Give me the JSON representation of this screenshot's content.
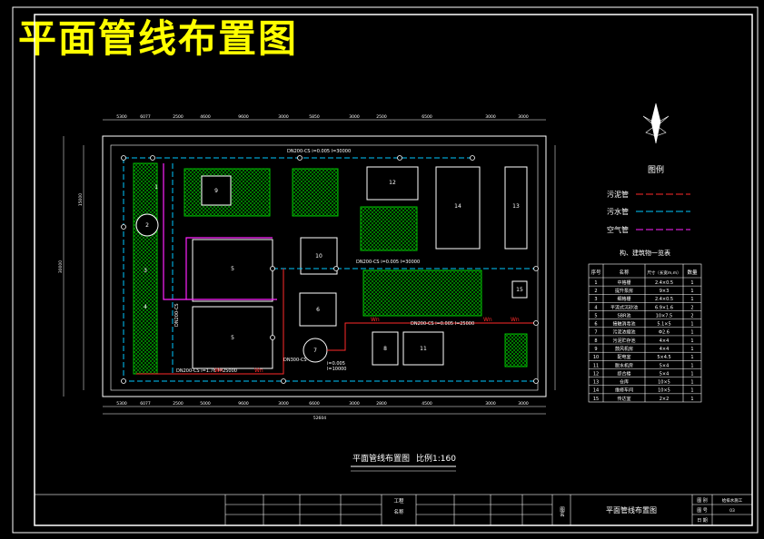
{
  "main_title": "平面管线布置图",
  "plan_caption": "平面管线布置图",
  "plan_scale": "比例1:160",
  "legend": {
    "title": "图例",
    "items": [
      {
        "label": "污泥管",
        "color": "#ff2a2a"
      },
      {
        "label": "污水管",
        "color": "#00c8ff"
      },
      {
        "label": "空气管",
        "color": "#ff22ff"
      }
    ]
  },
  "building_table": {
    "title": "构、建筑物一览表",
    "headers": [
      "序号",
      "名称",
      "尺寸（长宽m,m）",
      "数量"
    ],
    "rows": [
      [
        "1",
        "中格栅",
        "2.4×0.5",
        "1"
      ],
      [
        "2",
        "提升泵房",
        "9×3",
        "1"
      ],
      [
        "3",
        "细格栅",
        "2.4×0.5",
        "1"
      ],
      [
        "4",
        "平流式沉砂池",
        "6.9×1.6",
        "2"
      ],
      [
        "5",
        "SBR池",
        "10×7.5",
        "2"
      ],
      [
        "6",
        "接触消毒池",
        "5.1×5",
        "1"
      ],
      [
        "7",
        "污泥浓缩池",
        "Φ2.6",
        "1"
      ],
      [
        "8",
        "污泥贮存池",
        "4×4",
        "1"
      ],
      [
        "9",
        "鼓风机房",
        "4×4",
        "1"
      ],
      [
        "10",
        "配电室",
        "5×4.5",
        "1"
      ],
      [
        "11",
        "脱水机房",
        "5×4",
        "1"
      ],
      [
        "12",
        "综合楼",
        "5×4",
        "1"
      ],
      [
        "13",
        "仓库",
        "10×5",
        "1"
      ],
      [
        "14",
        "维修车间",
        "10×5",
        "1"
      ],
      [
        "15",
        "传达室",
        "2×2",
        "1"
      ]
    ]
  },
  "pipe_labels": {
    "top": "DN200-CS i=0.005 l=30000",
    "mid_left": "DN200-CS i=0.005 l=30000",
    "mid_right": "DN200-CS i=0.005 l=25000",
    "bottom_left": "DN200-CS i=1.76 l=25000",
    "vertical": "DN200-CS",
    "tank_pipe": "DN300-CS",
    "tank_level": "i=0.005",
    "tank_length": "l=10000"
  },
  "sludge_tag": "Wn",
  "unit_numbers": [
    "1",
    "2",
    "3",
    "4",
    "5",
    "5",
    "6",
    "7",
    "8",
    "9",
    "10",
    "11",
    "12",
    "13",
    "14",
    "15"
  ],
  "dimension_top": [
    "5300",
    "6077",
    "2500",
    "4600",
    "9600",
    "3000",
    "5850",
    "3000",
    "2500",
    "6500",
    "3000",
    "3000"
  ],
  "dimension_bottom": [
    "5300",
    "6077",
    "2500",
    "5000",
    "9600",
    "3000",
    "6600",
    "3000",
    "2800",
    "4500",
    "3000",
    "3000"
  ],
  "dimension_total": "52604",
  "dimension_left": [
    "15000",
    "30000"
  ],
  "title_block": {
    "project_label": "工程",
    "project_value": "名称",
    "drawing_label": "图名",
    "drawing_name": "平面管线布置图",
    "r1_label": "图 别",
    "r1_value": "给排水施工",
    "r2_label": "图 号",
    "r2_value": "03",
    "r3_label": "日 期",
    "r3_value": ""
  }
}
